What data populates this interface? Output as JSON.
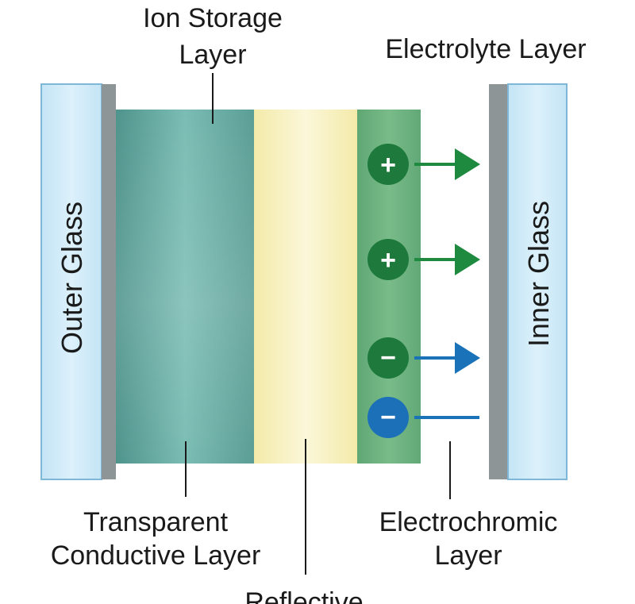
{
  "labels": {
    "ion_storage_line1": "Ion Storage",
    "ion_storage_line2": "Layer",
    "electrolyte": "Electrolyte Layer",
    "outer_glass": "Outer Glass",
    "inner_glass": "Inner Glass",
    "transparent_line1": "Transparent",
    "transparent_line2": "Conductive Layer",
    "electrochromic_line1": "Electrochromic",
    "electrochromic_line2": "Layer",
    "reflective": "Reflective"
  },
  "ions": [
    {
      "sign": "+",
      "charge": "positive",
      "arrow": true
    },
    {
      "sign": "+",
      "charge": "positive",
      "arrow": true
    },
    {
      "sign": "−",
      "charge": "negative",
      "arrow": true
    },
    {
      "sign": "−",
      "charge": "negative",
      "arrow": false
    }
  ],
  "colors": {
    "glass_fill": "#cde9f7",
    "glass_stroke": "#7fb7d9",
    "conductor_gray": "#8e9596",
    "ion_storage": "#5a9f96",
    "reflective": "#f6efbc",
    "electrochromic": "#6aaf7e",
    "positive_ion": "#1e7a3c",
    "negative_ion": "#1c70b8",
    "positive_arrow": "#1e8a3f",
    "negative_arrow": "#1a72b8"
  }
}
